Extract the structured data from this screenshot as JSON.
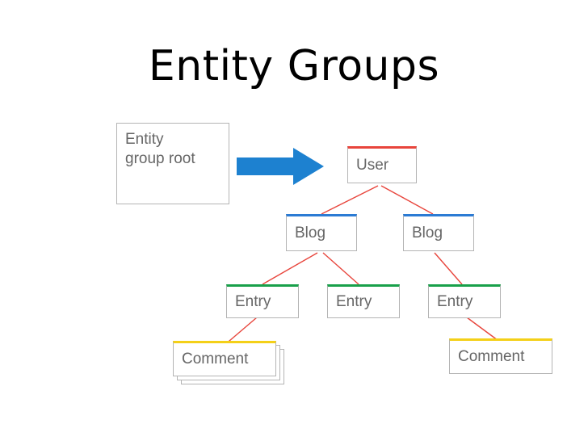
{
  "slide": {
    "title": "Entity Groups",
    "background": "#ffffff"
  },
  "colors": {
    "arrow": "#2b7bd4",
    "edge": "#e8453c",
    "node_border": "#b4b4b4",
    "node_text": "#666666",
    "user_accent": "#e8453c",
    "blog_accent": "#2b7bd4",
    "entry_accent": "#18a04a",
    "comment_accent": "#f4d018",
    "title_text": "#000000"
  },
  "nodes": [
    {
      "id": "root",
      "label": "Entity\ngroup root",
      "line1": "Entity",
      "line2": "group root",
      "accent": "none"
    },
    {
      "id": "user",
      "label": "User",
      "accent": "red"
    },
    {
      "id": "blog1",
      "label": "Blog",
      "accent": "blue"
    },
    {
      "id": "blog2",
      "label": "Blog",
      "accent": "blue"
    },
    {
      "id": "entry1",
      "label": "Entry",
      "accent": "green"
    },
    {
      "id": "entry2",
      "label": "Entry",
      "accent": "green"
    },
    {
      "id": "entry3",
      "label": "Entry",
      "accent": "green"
    },
    {
      "id": "comment1",
      "label": "Comment",
      "accent": "yellow"
    },
    {
      "id": "comment2",
      "label": "Comment",
      "accent": "yellow"
    }
  ],
  "arrow": {
    "name": "group-root-arrow",
    "from": "root",
    "to": "user"
  },
  "edges": [
    {
      "from": "user",
      "to": "blog1"
    },
    {
      "from": "user",
      "to": "blog2"
    },
    {
      "from": "blog1",
      "to": "entry1"
    },
    {
      "from": "blog1",
      "to": "entry2"
    },
    {
      "from": "blog2",
      "to": "entry3"
    },
    {
      "from": "entry1",
      "to": "comment1"
    },
    {
      "from": "entry3",
      "to": "comment2"
    }
  ]
}
